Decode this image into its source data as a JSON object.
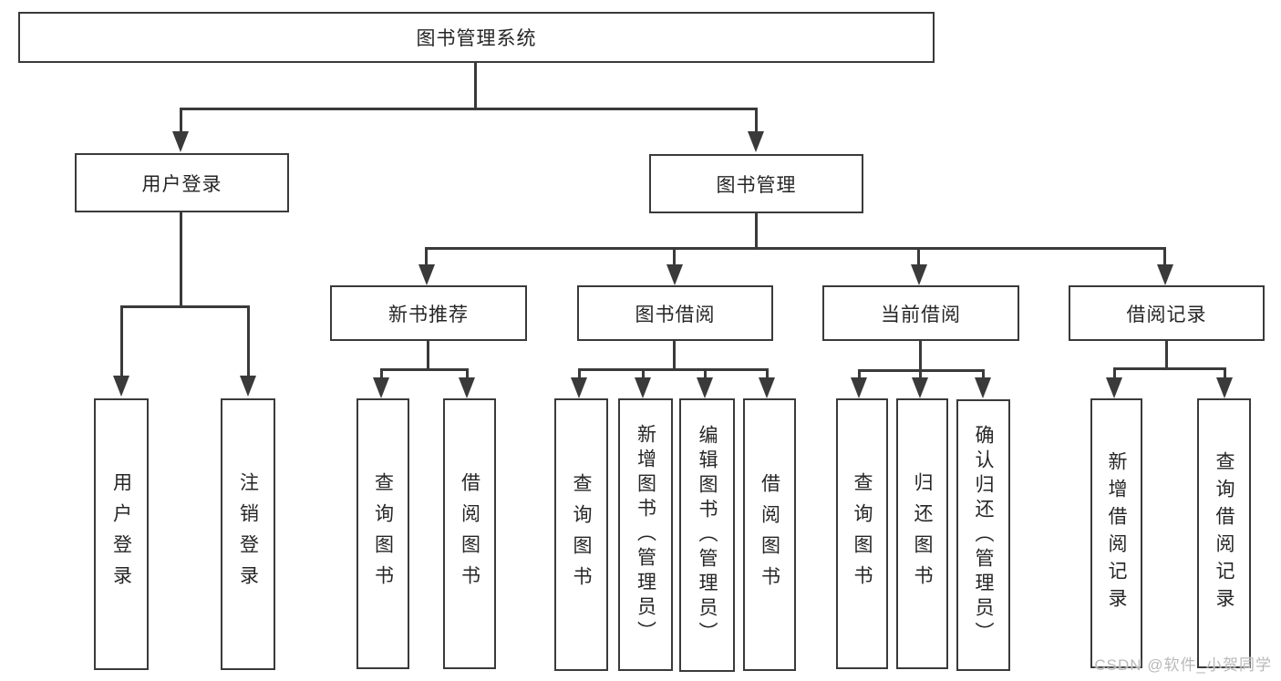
{
  "tree": {
    "root": {
      "label": "图书管理系统"
    },
    "branches": [
      {
        "label": "用户登录",
        "children": [
          {
            "label": "用户登录"
          },
          {
            "label": "注销登录"
          }
        ]
      },
      {
        "label": "图书管理",
        "children": [
          {
            "label": "新书推荐",
            "children": [
              {
                "label": "查询图书"
              },
              {
                "label": "借阅图书"
              }
            ]
          },
          {
            "label": "图书借阅",
            "children": [
              {
                "label": "查询图书"
              },
              {
                "label": "新增图书（管理员）"
              },
              {
                "label": "编辑图书（管理员）"
              },
              {
                "label": "借阅图书"
              }
            ]
          },
          {
            "label": "当前借阅",
            "children": [
              {
                "label": "查询图书"
              },
              {
                "label": "归还图书"
              },
              {
                "label": "确认归还（管理员）"
              }
            ]
          },
          {
            "label": "借阅记录",
            "children": [
              {
                "label": "新增借阅记录"
              },
              {
                "label": "查询借阅记录"
              }
            ]
          }
        ]
      }
    ]
  },
  "watermark": {
    "text": "CSDN @软件_小贺同学"
  },
  "colors": {
    "line": "#3a3a3a",
    "text": "#262626",
    "watermark": "#b9b9b9",
    "background": "#ffffff"
  }
}
